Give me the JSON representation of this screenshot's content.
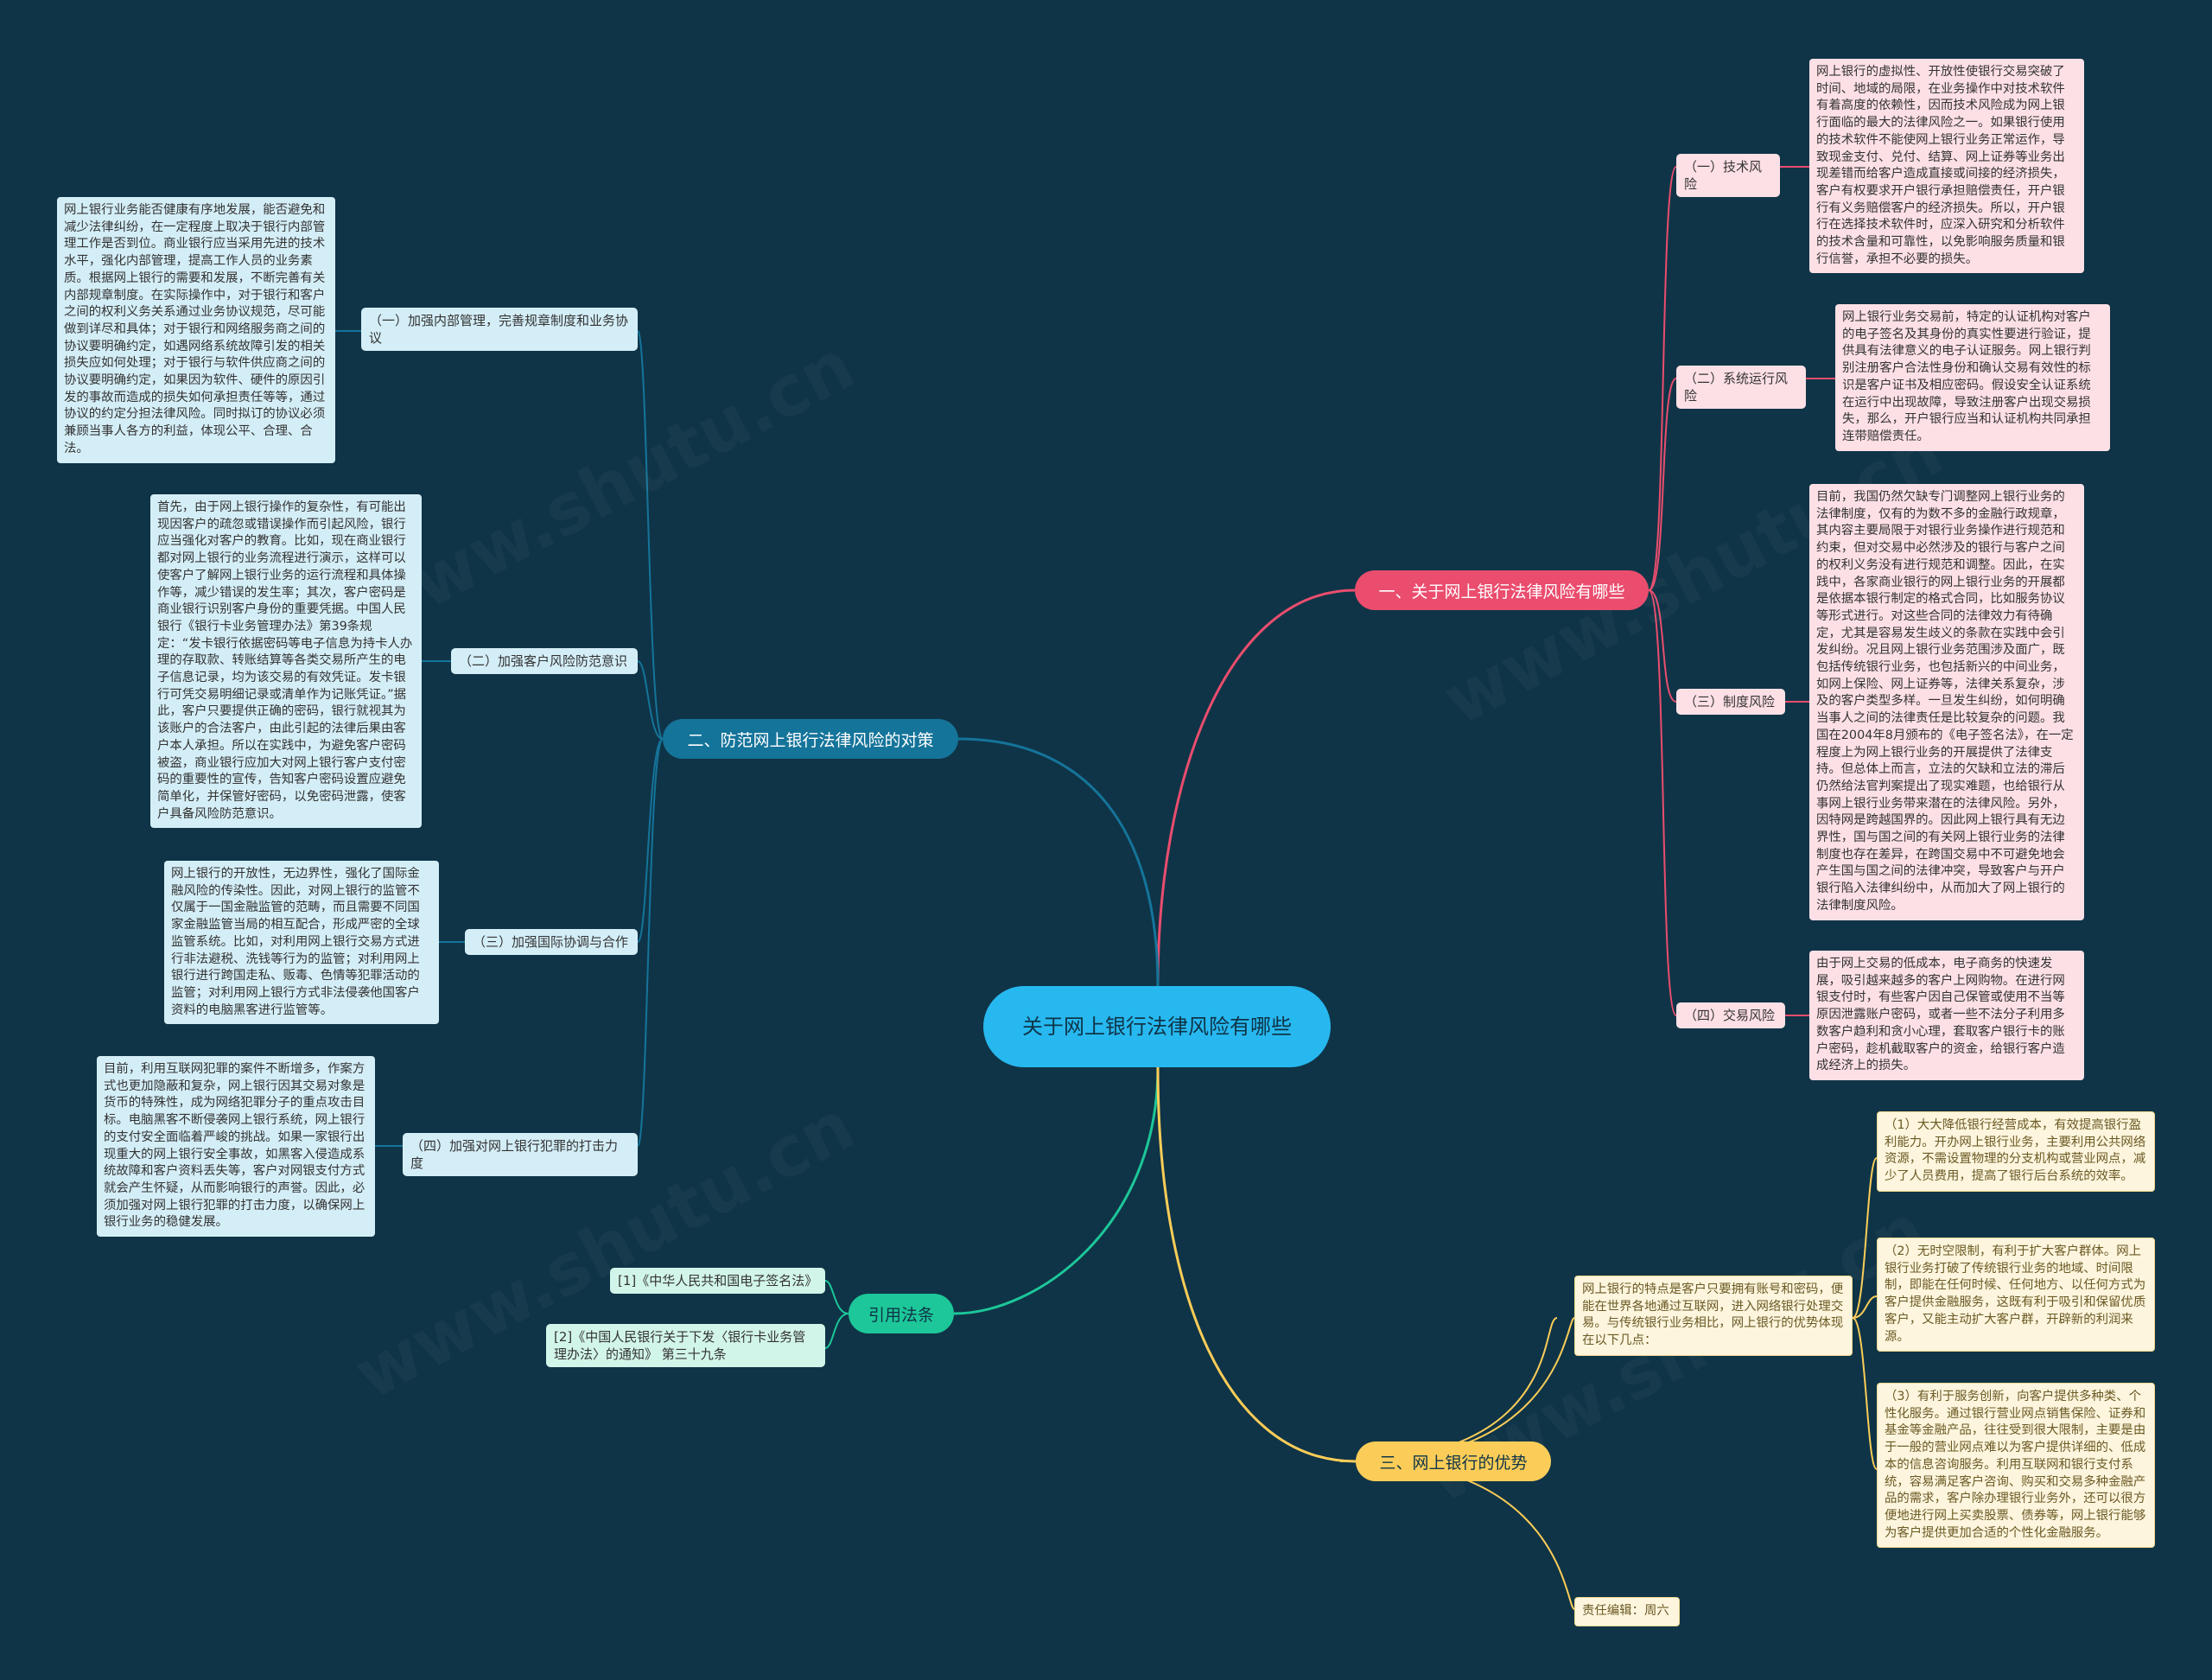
{
  "root": {
    "title": "关于网上银行法律风险有哪些"
  },
  "b1": {
    "title": "一、关于网上银行法律风险有哪些",
    "subs": [
      {
        "label": "（一）技术风险",
        "note": "网上银行的虚拟性、开放性使银行交易突破了时间、地域的局限，在业务操作中对技术软件有着高度的依赖性，因而技术风险成为网上银行面临的最大的法律风险之一。如果银行使用的技术软件不能使网上银行业务正常运作，导致现金支付、兑付、结算、网上证券等业务出现差错而给客户造成直接或间接的经济损失，客户有权要求开户银行承担赔偿责任，开户银行有义务赔偿客户的经济损失。所以，开户银行在选择技术软件时，应深入研究和分析软件的技术含量和可靠性，以免影响服务质量和银行信誉，承担不必要的损失。"
      },
      {
        "label": "（二）系统运行风险",
        "note": "网上银行业务交易前，特定的认证机构对客户的电子签名及其身份的真实性要进行验证，提供具有法律意义的电子认证服务。网上银行判别注册客户合法性身份和确认交易有效性的标识是客户证书及相应密码。假设安全认证系统在运行中出现故障，导致注册客户出现交易损失，那么，开户银行应当和认证机构共同承担连带赔偿责任。"
      },
      {
        "label": "（三）制度风险",
        "note": "目前，我国仍然欠缺专门调整网上银行业务的法律制度，仅有的为数不多的金融行政规章，其内容主要局限于对银行业务操作进行规范和约束，但对交易中必然涉及的银行与客户之间的权利义务没有进行规范和调整。因此，在实践中，各家商业银行的网上银行业务的开展都是依据本银行制定的格式合同，比如服务协议等形式进行。对这些合同的法律效力有待确定，尤其是容易发生歧义的条款在实践中会引发纠纷。况且网上银行业务范围涉及面广，既包括传统银行业务，也包括新兴的中间业务，如网上保险、网上证券等，法律关系复杂，涉及的客户类型多样。一旦发生纠纷，如何明确当事人之间的法律责任是比较复杂的问题。我国在2004年8月颁布的《电子签名法》，在一定程度上为网上银行业务的开展提供了法律支持。但总体上而言，立法的欠缺和立法的滞后仍然给法官判案提出了现实难题，也给银行从事网上银行业务带来潜在的法律风险。另外，因特网是跨越国界的。因此网上银行具有无边界性，国与国之间的有关网上银行业务的法律制度也存在差异，在跨国交易中不可避免地会产生国与国之间的法律冲突，导致客户与开户银行陷入法律纠纷中，从而加大了网上银行的法律制度风险。"
      },
      {
        "label": "（四）交易风险",
        "note": "由于网上交易的低成本，电子商务的快速发展，吸引越来越多的客户上网购物。在进行网银支付时，有些客户因自己保管或使用不当等原因泄露账户密码，或者一些不法分子利用多数客户趋利和贪小心理，套取客户银行卡的账户密码，趁机截取客户的资金，给银行客户造成经济上的损失。"
      }
    ]
  },
  "b2": {
    "title": "二、防范网上银行法律风险的对策",
    "subs": [
      {
        "label": "（一）加强内部管理，完善规章制度和业务协议",
        "note": "网上银行业务能否健康有序地发展，能否避免和减少法律纠纷，在一定程度上取决于银行内部管理工作是否到位。商业银行应当采用先进的技术水平，强化内部管理，提高工作人员的业务素质。根据网上银行的需要和发展，不断完善有关内部规章制度。在实际操作中，对于银行和客户之间的权利义务关系通过业务协议规范，尽可能做到详尽和具体；对于银行和网络服务商之间的协议要明确约定，如遇网络系统故障引发的相关损失应如何处理；对于银行与软件供应商之间的协议要明确约定，如果因为软件、硬件的原因引发的事故而造成的损失如何承担责任等等，通过协议的约定分担法律风险。同时拟订的协议必须兼顾当事人各方的利益，体现公平、合理、合法。"
      },
      {
        "label": "（二）加强客户风险防范意识",
        "note": "首先，由于网上银行操作的复杂性，有可能出现因客户的疏忽或错误操作而引起风险，银行应当强化对客户的教育。比如，现在商业银行都对网上银行的业务流程进行演示，这样可以使客户了解网上银行业务的运行流程和具体操作等，减少错误的发生率；其次，客户密码是商业银行识别客户身份的重要凭据。中国人民银行《银行卡业务管理办法》第39条规定：“发卡银行依据密码等电子信息为持卡人办理的存取款、转账结算等各类交易所产生的电子信息记录，均为该交易的有效凭证。发卡银行可凭交易明细记录或清单作为记账凭证。”据此，客户只要提供正确的密码，银行就视其为该账户的合法客户，由此引起的法律后果由客户本人承担。所以在实践中，为避免客户密码被盗，商业银行应加大对网上银行客户支付密码的重要性的宣传，告知客户密码设置应避免简单化，并保管好密码，以免密码泄露，使客户具备风险防范意识。"
      },
      {
        "label": "（三）加强国际协调与合作",
        "note": "网上银行的开放性，无边界性，强化了国际金融风险的传染性。因此，对网上银行的监管不仅属于一国金融监管的范畴，而且需要不同国家金融监管当局的相互配合，形成严密的全球监管系统。比如，对利用网上银行交易方式进行非法避税、洗钱等行为的监管；对利用网上银行进行跨国走私、贩毒、色情等犯罪活动的监管；对利用网上银行方式非法侵袭他国客户资料的电脑黑客进行监管等。"
      },
      {
        "label": "（四）加强对网上银行犯罪的打击力度",
        "note": "目前，利用互联网犯罪的案件不断增多，作案方式也更加隐蔽和复杂，网上银行因其交易对象是货币的特殊性，成为网络犯罪分子的重点攻击目标。电脑黑客不断侵袭网上银行系统，网上银行的支付安全面临着严峻的挑战。如果一家银行出现重大的网上银行安全事故，如黑客入侵造成系统故障和客户资料丢失等，客户对网银支付方式就会产生怀疑，从而影响银行的声誉。因此，必须加强对网上银行犯罪的打击力度，以确保网上银行业务的稳健发展。"
      }
    ]
  },
  "b3": {
    "title": "引用法条",
    "refs": [
      "[1]《中华人民共和国电子签名法》",
      "[2]《中国人民银行关于下发〈银行卡业务管理办法〉的通知》 第三十九条"
    ]
  },
  "b4": {
    "title": "三、网上银行的优势",
    "intro": "网上银行的特点是客户只要拥有账号和密码，便能在世界各地通过互联网，进入网络银行处理交易。与传统银行业务相比，网上银行的优势体现在以下几点：",
    "points": [
      "（1）大大降低银行经营成本，有效提高银行盈利能力。开办网上银行业务，主要利用公共网络资源，不需设置物理的分支机构或营业网点，减少了人员费用，提高了银行后台系统的效率。",
      "（2）无时空限制，有利于扩大客户群体。网上银行业务打破了传统银行业务的地域、时间限制，即能在任何时候、任何地方、以任何方式为客户提供金融服务，这既有利于吸引和保留优质客户，又能主动扩大客户群，开辟新的利润来源。",
      "（3）有利于服务创新，向客户提供多种类、个性化服务。通过银行营业网点销售保险、证券和基金等金融产品，往往受到很大限制，主要是由于一般的营业网点难以为客户提供详细的、低成本的信息咨询服务。利用互联网和银行支付系统，容易满足客户咨询、购买和交易多种金融产品的需求，客户除办理银行业务外，还可以很方便地进行网上买卖股票、债券等，网上银行能够为客户提供更加合适的个性化金融服务。"
    ],
    "editor": "责任编辑：周六"
  },
  "watermark": "www.shutu.cn",
  "colors": {
    "background": "#0f3447",
    "root": "#27b8f0",
    "b1": "#ea4d6e",
    "b2": "#15749a",
    "b3": "#1dc799",
    "b4": "#fbcd58"
  }
}
